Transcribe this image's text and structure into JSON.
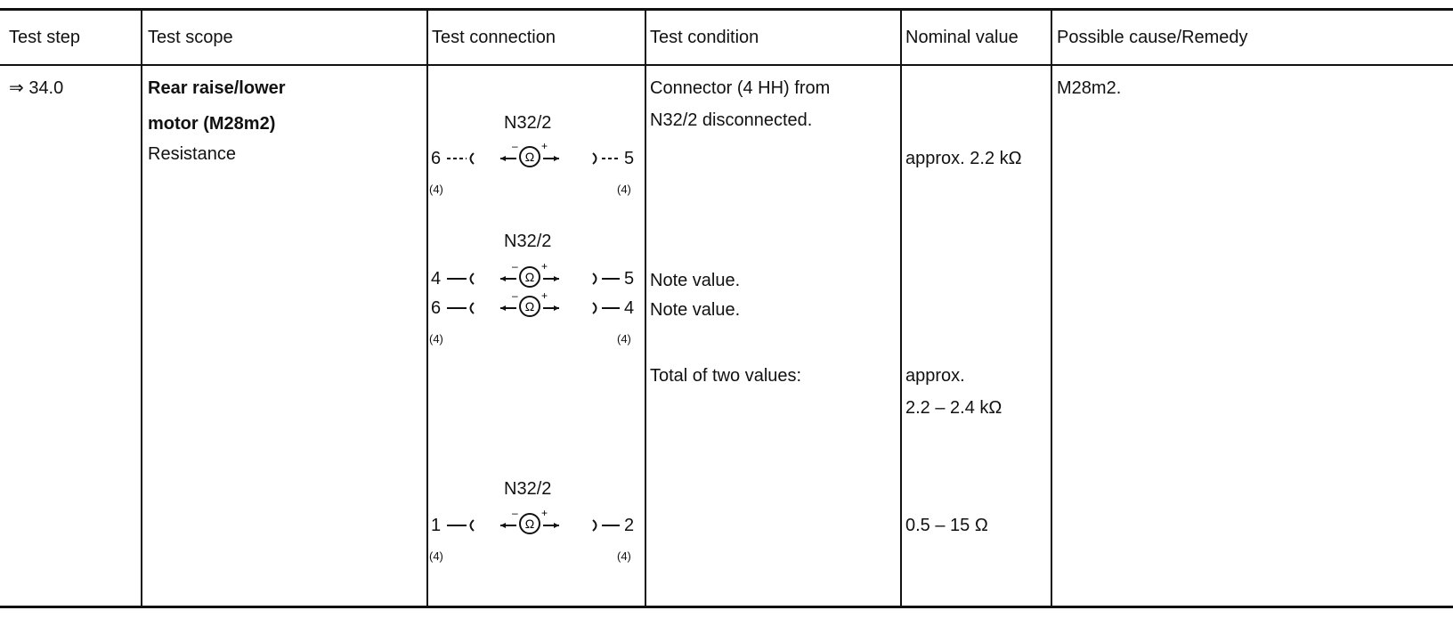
{
  "table": {
    "headers": [
      "Test step",
      "Test scope",
      "Test connection",
      "Test condition",
      "Nominal value",
      "Possible cause/Remedy"
    ],
    "row": {
      "step": "⇒ 34.0",
      "scope_title_line1": "Rear raise/lower",
      "scope_title_line2": "motor (M28m2)",
      "scope_sub": "Resistance",
      "conditions": {
        "c1_line1": "Connector (4 HH) from",
        "c1_line2": "N32/2 disconnected.",
        "c2": "Note value.",
        "c3": "Note value.",
        "c4": "Total of two values:"
      },
      "nominal": {
        "n1": "approx. 2.2 kΩ",
        "n2_line1": "approx.",
        "n2_line2": "2.2 – 2.4 kΩ",
        "n3": "0.5 – 15 Ω"
      },
      "remedy": "M28m2."
    }
  },
  "connections": {
    "block1": {
      "device": "N32/2",
      "left_pin": "6",
      "right_pin": "5",
      "left_conn": "(4)",
      "right_conn": "(4)"
    },
    "block2": {
      "device": "N32/2",
      "row1_left": "4",
      "row1_right": "5",
      "row2_left": "6",
      "row2_right": "4",
      "left_conn": "(4)",
      "right_conn": "(4)"
    },
    "block3": {
      "device": "N32/2",
      "left_pin": "1",
      "right_pin": "2",
      "left_conn": "(4)",
      "right_conn": "(4)"
    }
  },
  "icons": {
    "ohmmeter": "ohmmeter-icon",
    "plug": "connector-plug-icon",
    "socket": "connector-socket-icon"
  },
  "meter_symbol": "Ω",
  "meter_minus": "–",
  "meter_plus": "+"
}
